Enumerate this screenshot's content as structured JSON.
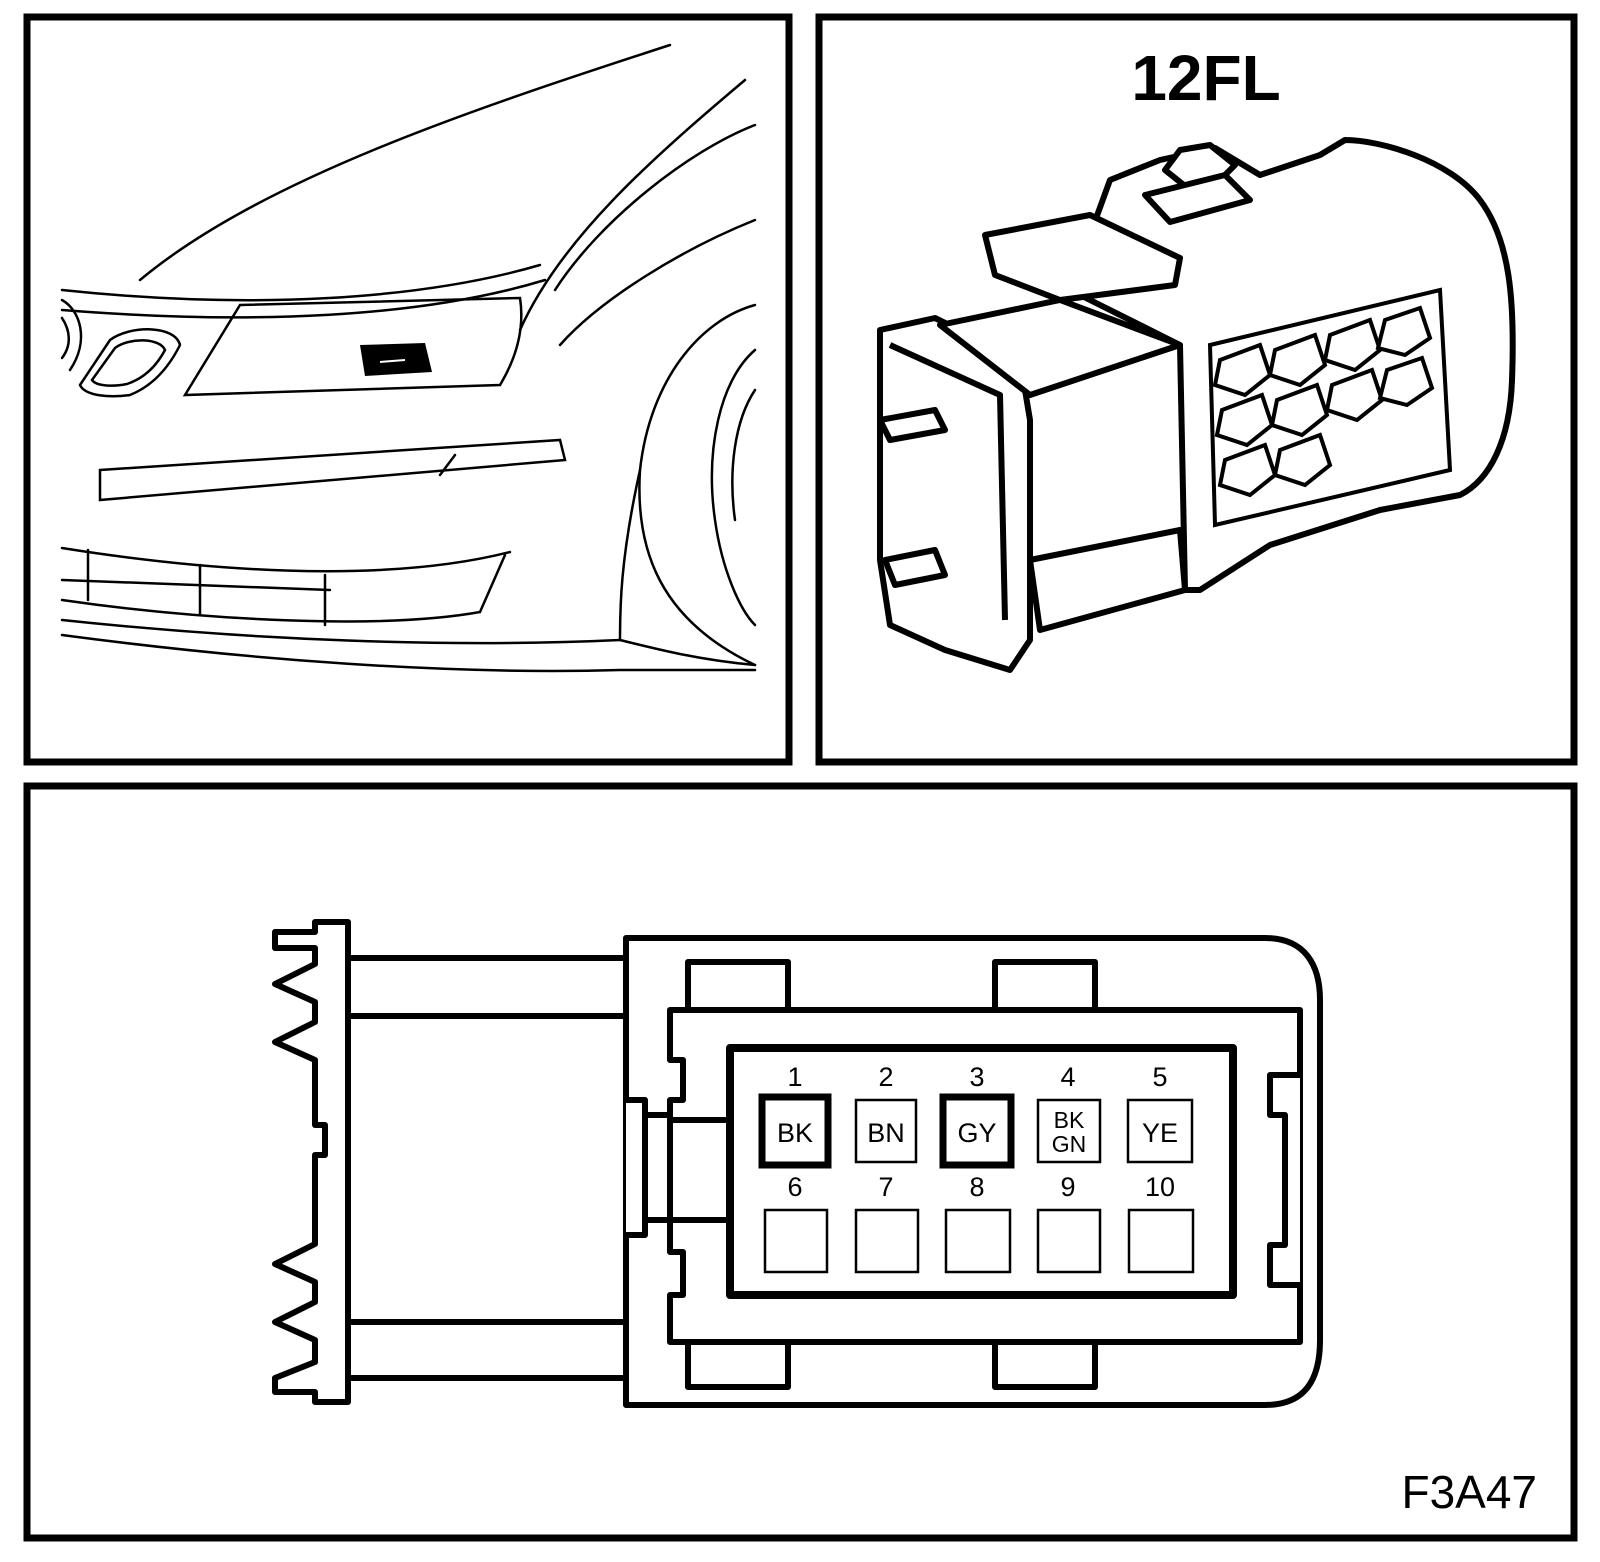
{
  "connector_view": {
    "title": "12FL"
  },
  "pinout": {
    "figure_code": "F3A47",
    "top_row": [
      {
        "num": "1",
        "line1": "BK",
        "line2": "",
        "highlight": true
      },
      {
        "num": "2",
        "line1": "BN",
        "line2": "",
        "highlight": false
      },
      {
        "num": "3",
        "line1": "GY",
        "line2": "",
        "highlight": true
      },
      {
        "num": "4",
        "line1": "BK",
        "line2": "GN",
        "highlight": false
      },
      {
        "num": "5",
        "line1": "YE",
        "line2": "",
        "highlight": false
      }
    ],
    "bottom_row": [
      {
        "num": "6"
      },
      {
        "num": "7"
      },
      {
        "num": "8"
      },
      {
        "num": "9"
      },
      {
        "num": "10"
      }
    ]
  }
}
